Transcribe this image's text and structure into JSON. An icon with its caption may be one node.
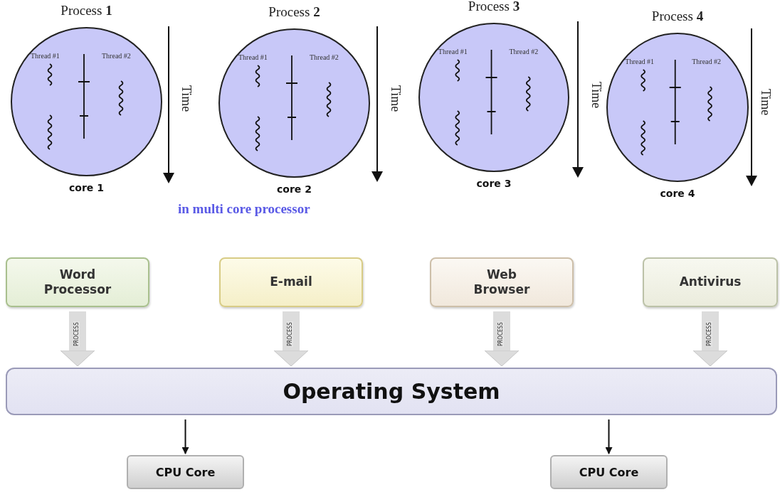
{
  "diagram": {
    "nodes": [
      {
        "text": [
          "Process **1**",
          "Thread #1",
          "Thread #2"
        ],
        "beside": [
          "core 1"
        ]
      },
      {
        "text": [
          "Process **2**",
          "Thread #1",
          "Thread #2"
        ],
        "beside": [
          "core 2"
        ]
      },
      {
        "text": [
          "Process **3**",
          "Thread #1",
          "Thread #2"
        ],
        "beside": [
          "core 3"
        ]
      },
      {
        "text": [
          "Process **4**",
          "Thread #1",
          "Thread #2"
        ],
        "beside": [
          "core 4"
        ]
      },
      {
        "text": [
          "Word Processor"
        ]
      },
      {
        "text": [
          "E-mail"
        ]
      },
      {
        "text": [
          "Web Browser"
        ]
      },
      {
        "text": [
          "Antivirus"
        ]
      },
      {
        "text": [
          "Operating System"
        ]
      },
      {
        "text": [
          "CPU Core"
        ]
      },
      {
        "text": [
          "CPU Core"
        ]
      }
    ],
    "edges": [
      {
        "from": 4,
        "to": 8,
        "arrow": "to",
        "label": "PROCESS"
      },
      {
        "from": 5,
        "to": 8,
        "arrow": "to",
        "label": "PROCESS"
      },
      {
        "from": 6,
        "to": 8,
        "arrow": "to",
        "label": "PROCESS"
      },
      {
        "from": 7,
        "to": 8,
        "arrow": "to",
        "label": "PROCESS"
      },
      {
        "from": 8,
        "to": 9,
        "arrow": "to",
        "color": "#111111"
      },
      {
        "from": 8,
        "to": 10,
        "arrow": "to",
        "color": "#111111"
      }
    ],
    "labels": [
      "Time",
      "Time",
      "Time",
      "Time",
      "in multi core processor"
    ]
  }
}
